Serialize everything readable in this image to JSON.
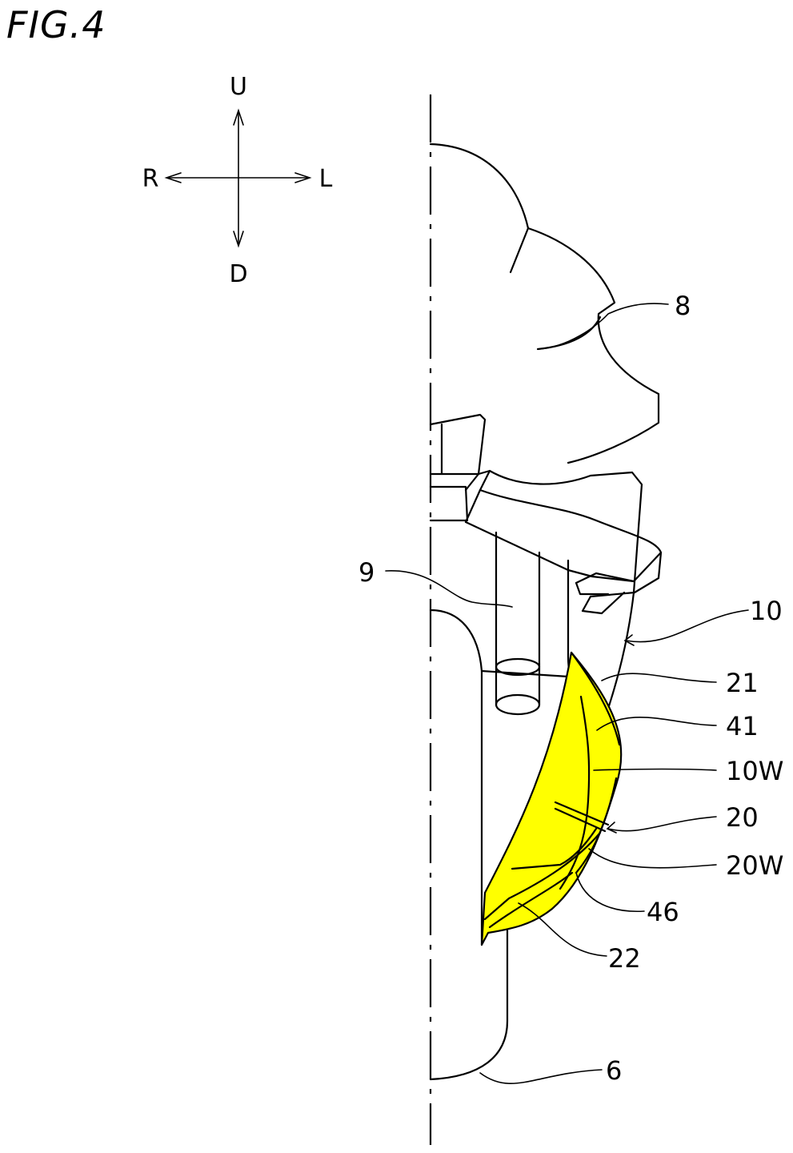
{
  "figure": {
    "title": "FIG.4"
  },
  "directions": {
    "up": "U",
    "down": "D",
    "right": "R",
    "left": "L"
  },
  "labels": {
    "ref_8": "8",
    "ref_9": "9",
    "ref_10": "10",
    "ref_21": "21",
    "ref_41": "41",
    "ref_10W": "10W",
    "ref_20": "20",
    "ref_20W": "20W",
    "ref_46": "46",
    "ref_22": "22",
    "ref_6": "6"
  },
  "colors": {
    "highlight": "#ffff00",
    "line": "#000000"
  }
}
